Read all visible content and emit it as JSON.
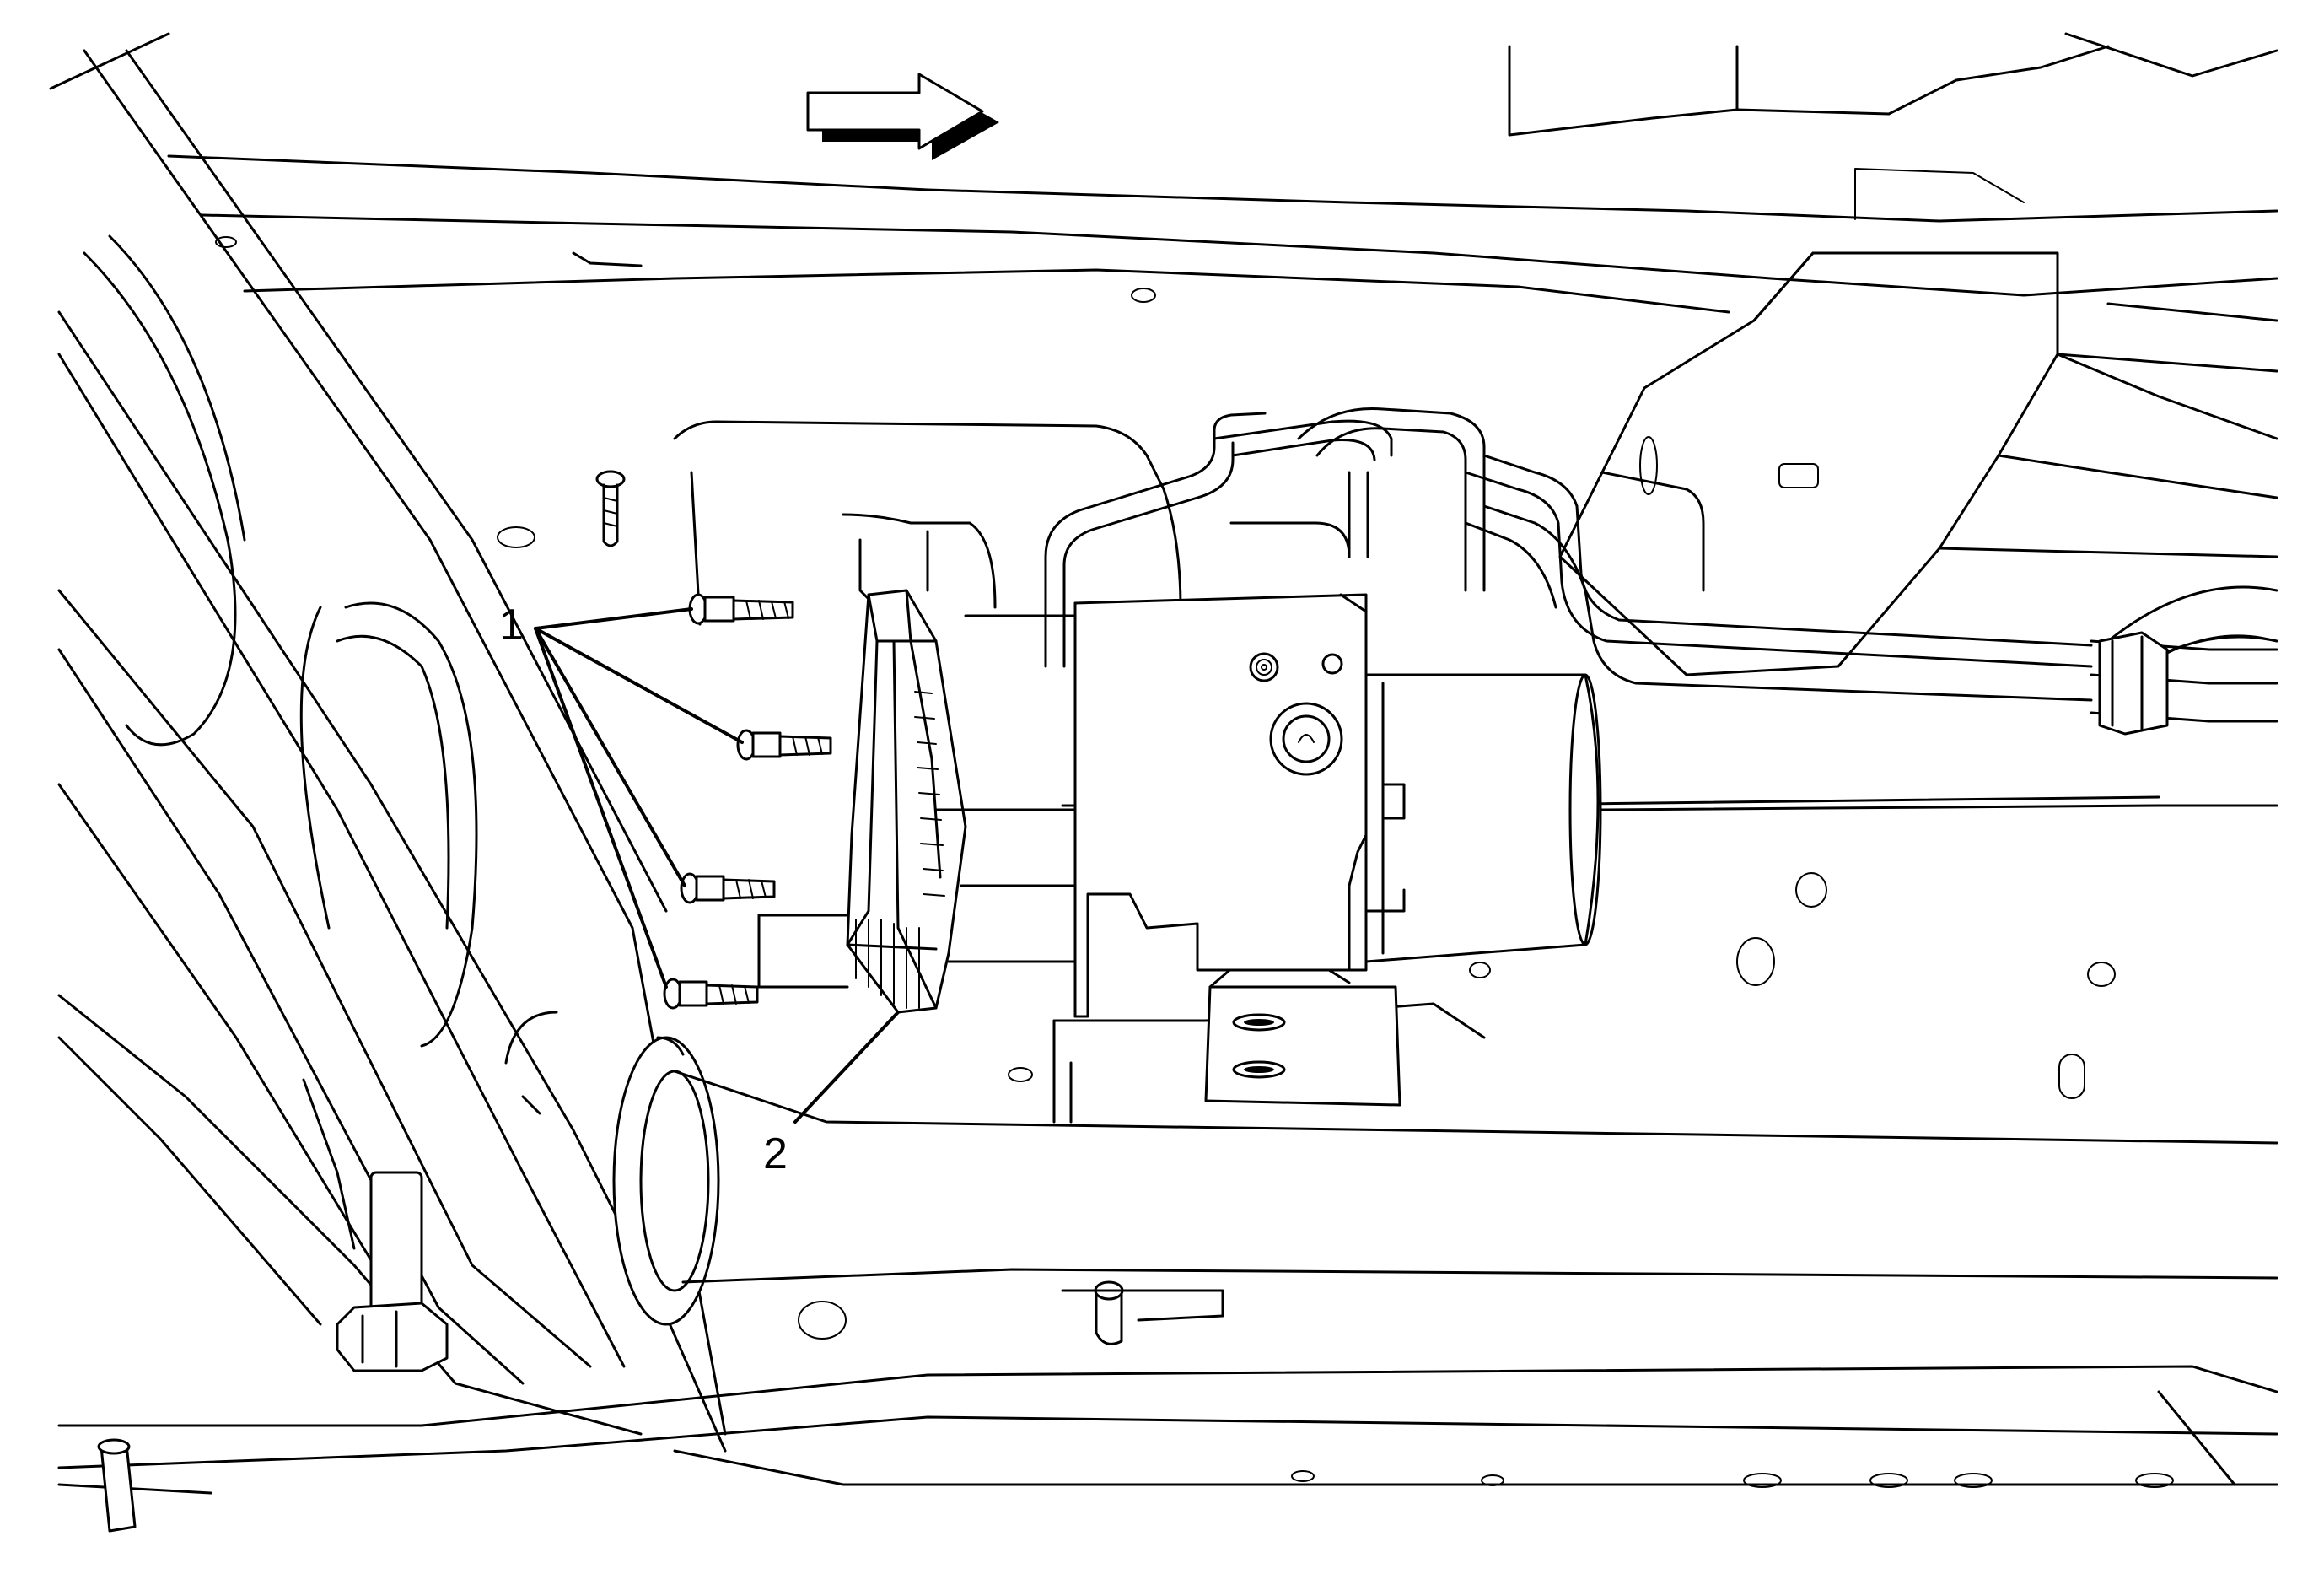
{
  "callouts": [
    {
      "id": "1",
      "label": "1"
    },
    {
      "id": "2",
      "label": "2"
    }
  ],
  "icons": {
    "direction_arrow": "right-arrow-icon"
  },
  "colors": {
    "line": "#000000",
    "background": "#ffffff"
  }
}
